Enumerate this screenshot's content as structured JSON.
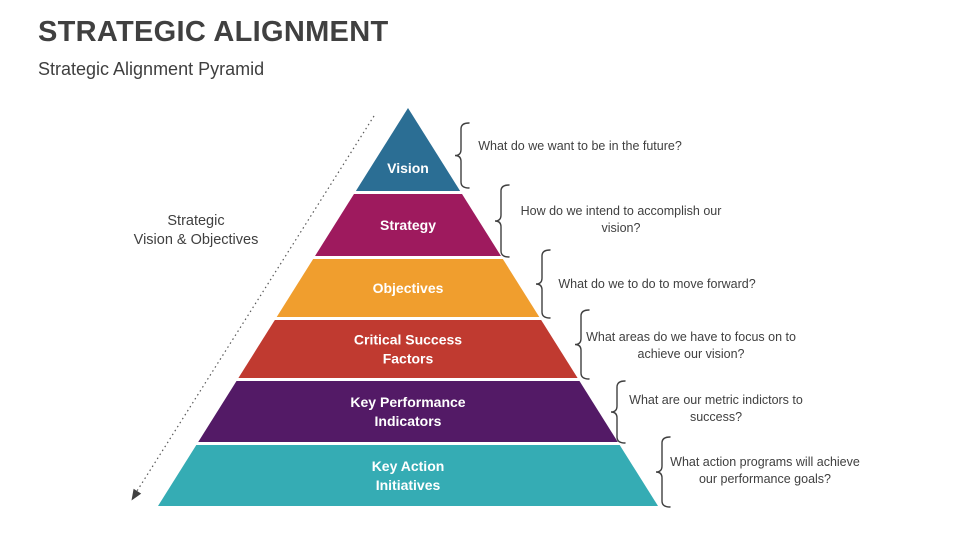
{
  "slide": {
    "title": "STRATEGIC ALIGNMENT",
    "subtitle": "Strategic Alignment Pyramid"
  },
  "side_label": {
    "lines": [
      "Strategic",
      "Vision & Objectives"
    ]
  },
  "chart_data": {
    "type": "pyramid",
    "direction": "top-down",
    "levels": [
      {
        "label": "Vision",
        "label_lines": [
          "Vision"
        ],
        "color": "#2b6e94",
        "question": "What do we want to be in the future?",
        "question_lines": [
          "What do we want to be in the future?"
        ]
      },
      {
        "label": "Strategy",
        "label_lines": [
          "Strategy"
        ],
        "color": "#9e1a5e",
        "question": "How do we intend to accomplish our vision?",
        "question_lines": [
          "How do we intend to accomplish our",
          "vision?"
        ]
      },
      {
        "label": "Objectives",
        "label_lines": [
          "Objectives"
        ],
        "color": "#f09e2e",
        "question": "What do we to do to move forward?",
        "question_lines": [
          "What do we to do to move forward?"
        ]
      },
      {
        "label": "Critical Success Factors",
        "label_lines": [
          "Critical Success",
          "Factors"
        ],
        "color": "#c03a30",
        "question": "What areas do we have to focus on to achieve our vision?",
        "question_lines": [
          "What areas do we have to focus on to",
          "achieve our vision?"
        ]
      },
      {
        "label": "Key Performance Indicators",
        "label_lines": [
          "Key Performance",
          "Indicators"
        ],
        "color": "#531a66",
        "question": "What are our metric indictors to success?",
        "question_lines": [
          "What are our metric indictors to",
          "success?"
        ]
      },
      {
        "label": "Key Action Initiatives",
        "label_lines": [
          "Key Action",
          "Initiatives"
        ],
        "color": "#35acb4",
        "question": "What action programs will achieve our performance goals?",
        "question_lines": [
          "What action programs will achieve",
          "our performance goals?"
        ]
      }
    ],
    "label_text_color": "#ffffff",
    "annotation_text_color": "#404040"
  }
}
